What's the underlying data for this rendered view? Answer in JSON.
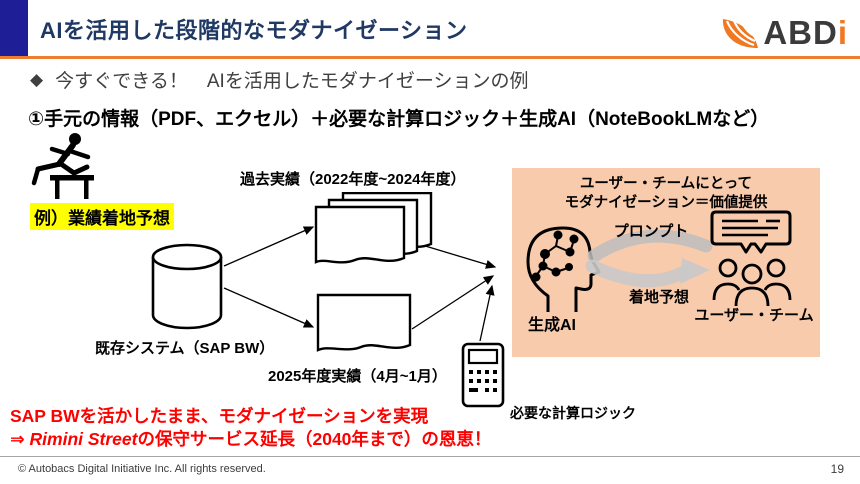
{
  "header": {
    "title": "AIを活用した段階的なモダナイゼーション",
    "logo_text": "ABD",
    "logo_accent": "i",
    "accent_color": "#ED7D31",
    "title_color": "#1F3864"
  },
  "bullet": {
    "marker": "◆",
    "text": "今すぐできる！　AIを活用したモダナイゼーションの例"
  },
  "subheading": "①手元の情報（PDF、エクセル）＋必要な計算ロジック＋生成AI（NoteBookLMなど）",
  "example_label": "例）業績着地予想",
  "diagram": {
    "past_results_label": "過去実績（2022年度~2024年度）",
    "database_label": "既存システム（SAP BW）",
    "current_results_label": "2025年度実績（4月~1月）",
    "calculator_label": "必要な計算ロジック",
    "icons": [
      "hurdler-icon",
      "database-cylinder-icon",
      "document-stack-icon",
      "document-icon",
      "calculator-icon",
      "ai-brain-head-icon",
      "speech-bubble-icon",
      "user-group-icon"
    ],
    "value_box": {
      "bg_color": "#F8CBAD",
      "title_line1": "ユーザー・チームにとって",
      "title_line2": "モダナイゼーション＝価値提供",
      "ai_label": "生成AI",
      "prompt_label": "プロンプト",
      "forecast_label": "着地予想",
      "user_team_label": "ユーザー・チーム"
    }
  },
  "conclusion": {
    "line1": "SAP BWを活かしたまま、モダナイゼーションを実現",
    "line2_prefix": "⇒  ",
    "line2_italic": "Rimini Street",
    "line2_suffix": "の保守サービス延長（2040年まで）の恩恵！",
    "color": "#FF0000"
  },
  "footer": {
    "copyright": "© Autobacs Digital  Initiative Inc. All rights reserved.",
    "page_number": "19"
  }
}
